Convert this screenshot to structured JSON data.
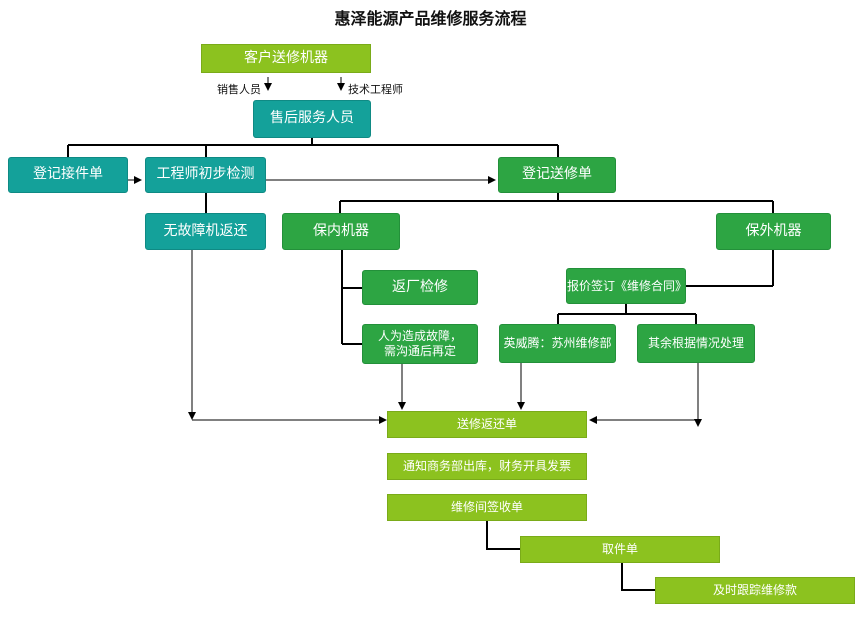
{
  "title": "惠泽能源产品维修服务流程",
  "colors": {
    "lime": "#8cc21f",
    "teal": "#14a19a",
    "green": "#2da543",
    "line": "#000000"
  },
  "labels": {
    "sales": "销售人员",
    "tech": "技术工程师"
  },
  "nodes": {
    "customer_send": "客户送修机器",
    "after_sales": "售后服务人员",
    "register_receive": "登记接件单",
    "engineer_check": "工程师初步检测",
    "no_fault_return": "无故障机返还",
    "register_repair": "登记送修单",
    "in_warranty": "保内机器",
    "out_warranty": "保外机器",
    "factory_repair": "返厂检修",
    "human_fault": "人为造成故障，\n需沟通后再定",
    "quote_sign": "报价签订《维修合同》",
    "inverter_suzhou": "英威腾：苏州维修部",
    "other_cases": "其余根据情况处理",
    "repair_return_slip": "送修返还单",
    "notify_business": "通知商务部出库，财务开具发票",
    "workshop_sign": "维修间签收单",
    "pickup_slip": "取件单",
    "follow_payment": "及时跟踪维修款"
  }
}
